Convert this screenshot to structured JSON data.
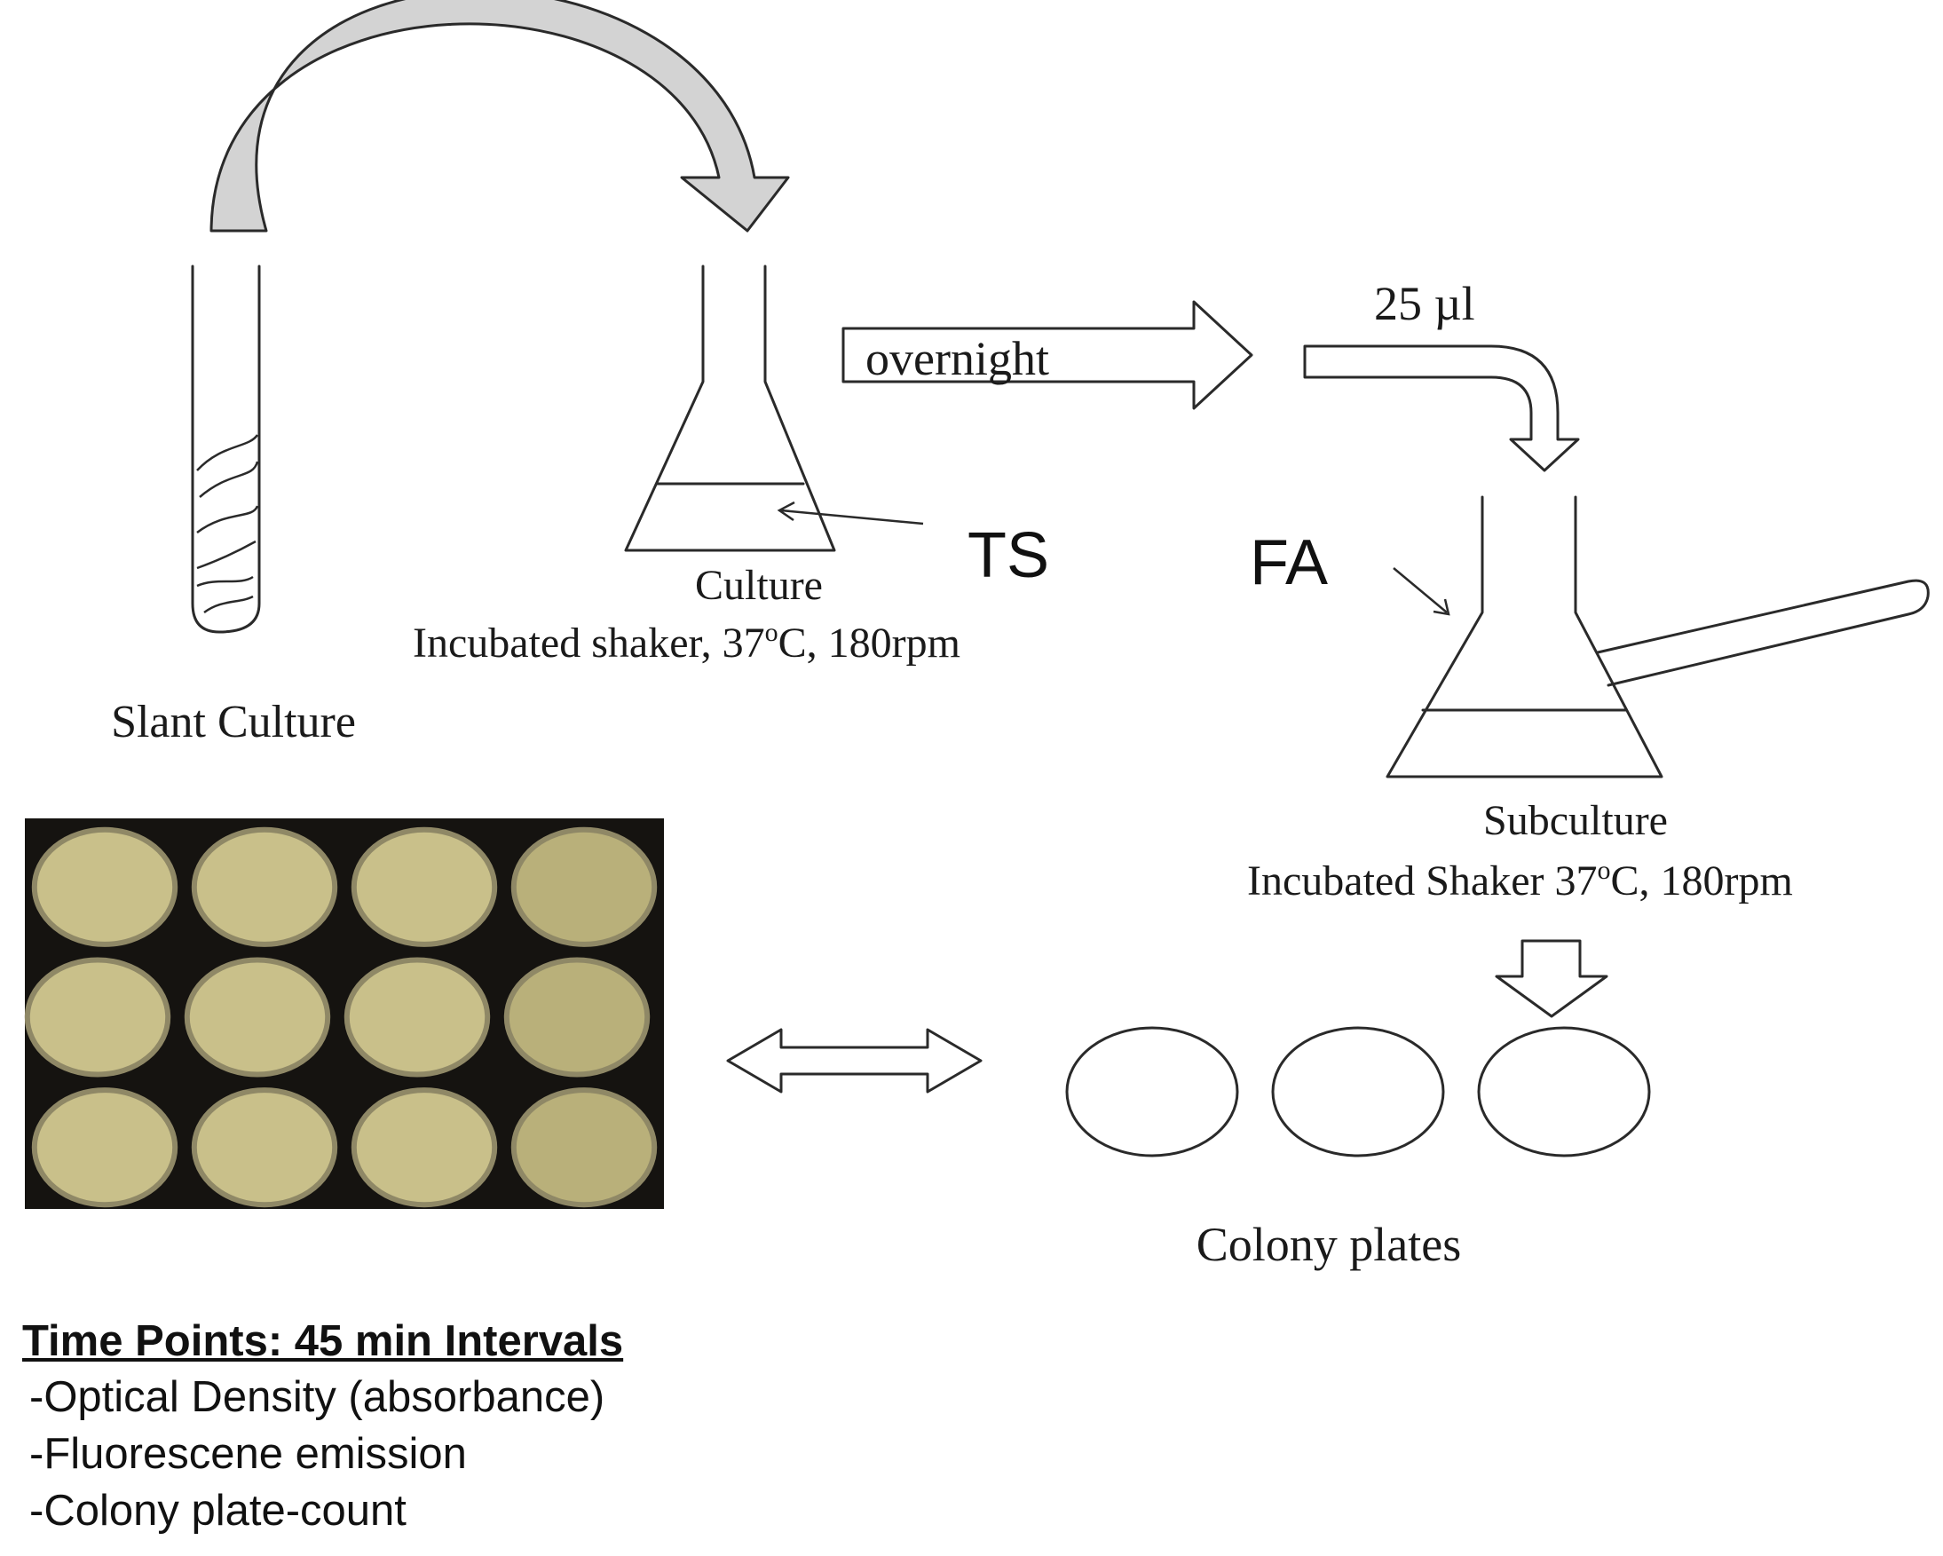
{
  "labels": {
    "slant_culture": "Slant Culture",
    "culture": "Culture",
    "culture_conditions_prefix": "Incubated shaker,  37",
    "culture_conditions_sup": "o",
    "culture_conditions_suffix": "C, 180rpm",
    "overnight": "overnight",
    "volume": "25 µl",
    "ts": "TS",
    "fa": "FA",
    "subculture": "Subculture",
    "subculture_conditions_prefix": "Incubated Shaker 37",
    "subculture_conditions_sup": "o",
    "subculture_conditions_suffix": "C, 180rpm",
    "colony_plates": "Colony plates"
  },
  "time_points": {
    "heading": "Time Points: 45 min  Intervals",
    "items": [
      "-Optical Density (absorbance)",
      "-Fluorescene emission",
      "-Colony plate-count"
    ]
  },
  "photo": {
    "rows": 3,
    "cols": 4,
    "colors": {
      "background": "#151310",
      "plate": "#c9c08a",
      "plate_dense": "#b9b07a",
      "rim": "#8f8866"
    }
  }
}
